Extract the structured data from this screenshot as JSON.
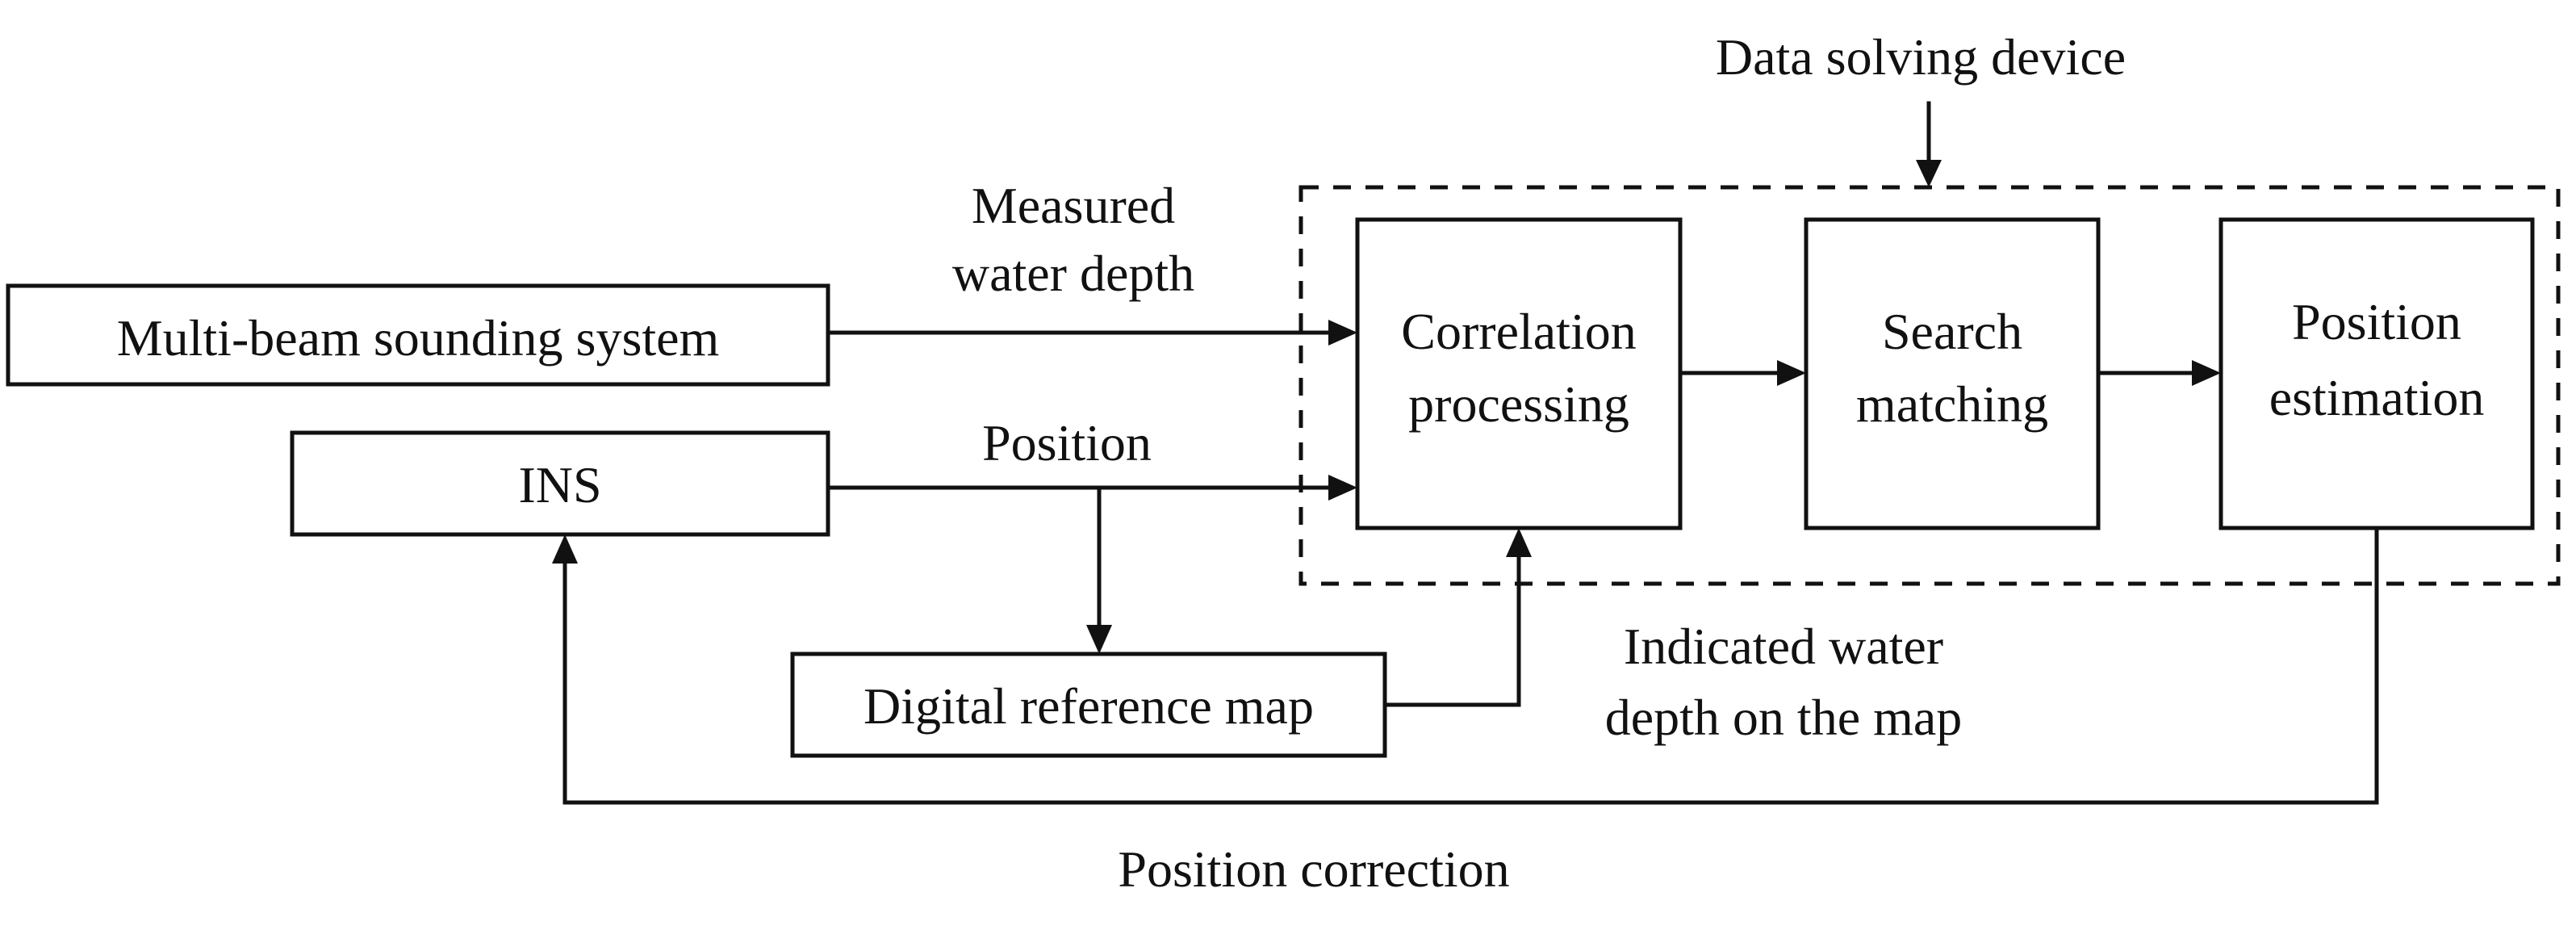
{
  "labels": {
    "data_solving_device": "Data solving device",
    "measured_line1": "Measured",
    "measured_line2": "water depth",
    "position": "Position",
    "indicated_line1": "Indicated water",
    "indicated_line2": "depth on the map",
    "position_correction": "Position correction"
  },
  "boxes": {
    "multibeam": "Multi-beam sounding system",
    "ins": "INS",
    "digital_map": "Digital reference map",
    "correlation_line1": "Correlation",
    "correlation_line2": "processing",
    "search_line1": "Search",
    "search_line2": "matching",
    "estimation_line1": "Position",
    "estimation_line2": "estimation"
  }
}
